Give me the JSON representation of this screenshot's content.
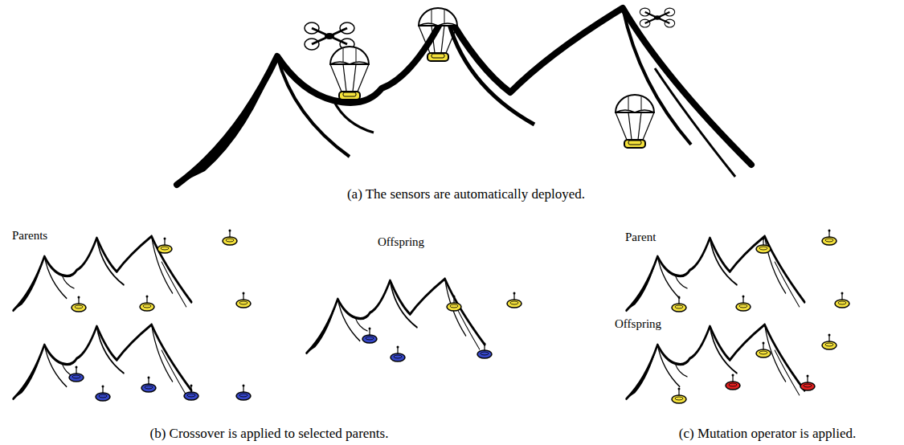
{
  "diagram": {
    "labels": [
      "(a) The sensors are automatically deployed.",
      "Parents",
      "Offspring",
      "Parent",
      "Offspring",
      "(b) Crossover is applied to selected parents.",
      "(c) Mutation operator is applied."
    ]
  }
}
